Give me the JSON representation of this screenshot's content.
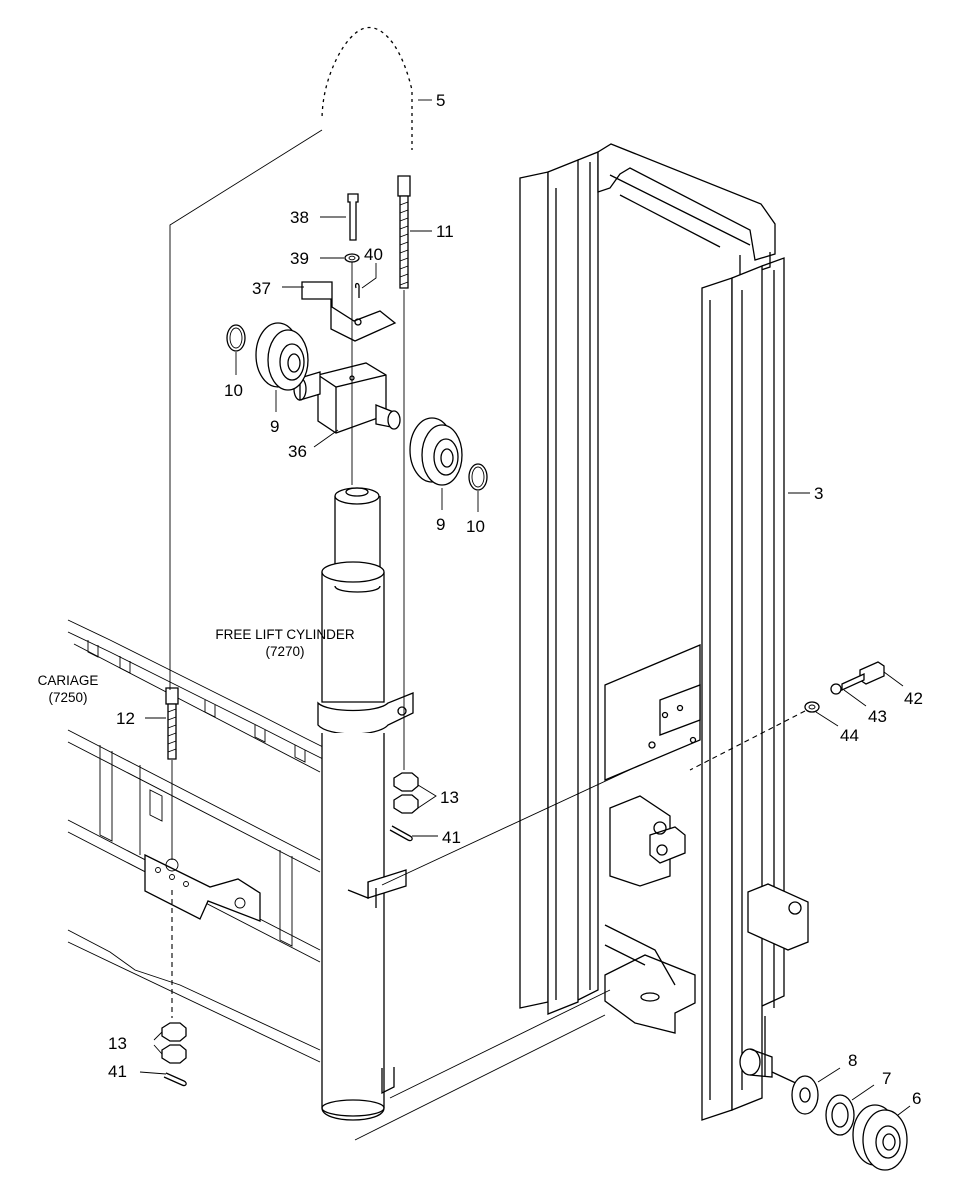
{
  "diagram": {
    "part_numbers": {
      "p3": "3",
      "p5": "5",
      "p6": "6",
      "p7": "7",
      "p8": "8",
      "p9a": "9",
      "p9b": "9",
      "p10a": "10",
      "p10b": "10",
      "p11": "11",
      "p12": "12",
      "p13a": "13",
      "p13b": "13",
      "p36": "36",
      "p37": "37",
      "p38": "38",
      "p39": "39",
      "p40": "40",
      "p41a": "41",
      "p41b": "41",
      "p42": "42",
      "p43": "43",
      "p44": "44"
    },
    "captions": {
      "free_lift_cylinder": "FREE LIFT CYLINDER",
      "free_lift_cylinder_code": "(7270)",
      "carriage": "CARIAGE",
      "carriage_code": "(7250)"
    }
  }
}
